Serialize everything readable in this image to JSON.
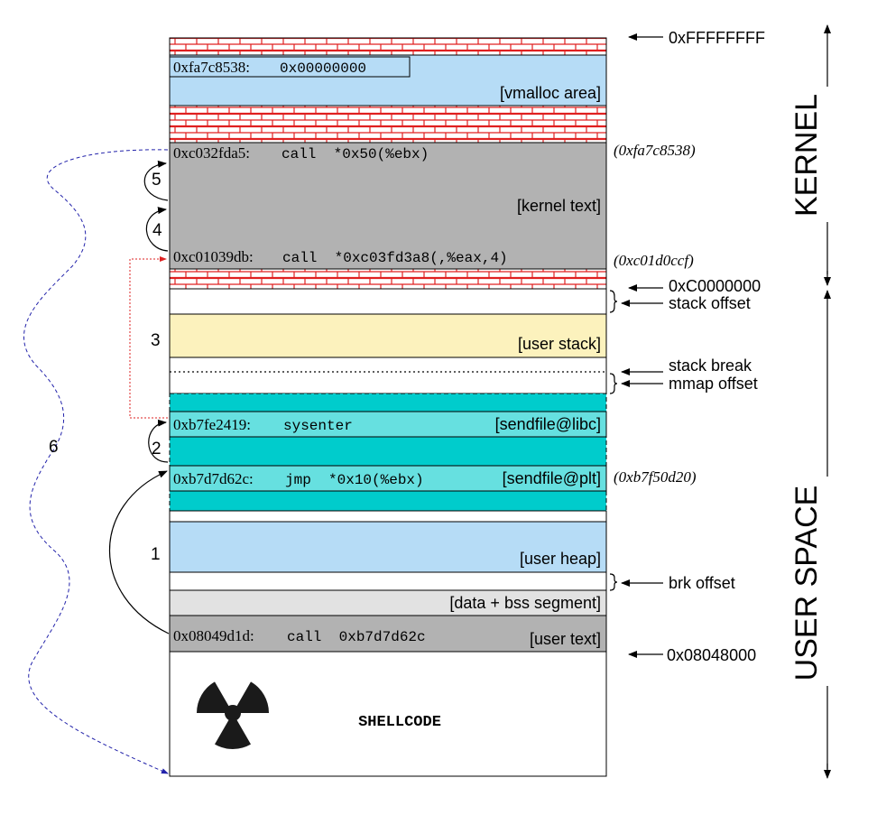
{
  "regions": {
    "vmalloc": {
      "label": "[vmalloc area]",
      "addr": "0xfa7c8538:",
      "value": "0x00000000"
    },
    "kernel_text": {
      "label": "[kernel text]",
      "call1_addr": "0xc032fda5:",
      "call1_code": "call  *0x50(%ebx)",
      "call2_addr": "0xc01039db:",
      "call2_code": "call  *0xc03fd3a8(,%eax,4)"
    },
    "user_stack": {
      "label": "[user stack]"
    },
    "sendfile_libc": {
      "label": "[sendfile@libc]",
      "addr": "0xb7fe2419:",
      "code": "sysenter"
    },
    "sendfile_plt": {
      "label": "[sendfile@plt]",
      "addr": "0xb7d7d62c:",
      "code": "jmp  *0x10(%ebx)"
    },
    "user_heap": {
      "label": "[user heap]"
    },
    "data_bss": {
      "label": "[data + bss segment]"
    },
    "user_text": {
      "label": "[user text]",
      "addr": "0x08049d1d:",
      "code": "call  0xb7d7d62c"
    },
    "shellcode": {
      "label": "SHELLCODE"
    }
  },
  "side_values": {
    "vmalloc_target": "(0xfa7c8538)",
    "kernel_target": "(0xc01d0ccf)",
    "plt_target": "(0xb7f50d20)"
  },
  "address_markers": {
    "top": "0xFFFFFFFF",
    "kernel_base": "0xC0000000",
    "stack_offset": "stack offset",
    "stack_break": "stack break",
    "mmap_offset": "mmap offset",
    "brk_offset": "brk offset",
    "text_base": "0x08048000"
  },
  "space_labels": {
    "kernel": "KERNEL",
    "user": "USER SPACE"
  },
  "steps": [
    "1",
    "2",
    "3",
    "4",
    "5",
    "6"
  ],
  "colors": {
    "light_blue": "#b6dcf6",
    "gray": "#b2b2b2",
    "yellow": "#fcf2bd",
    "cyan": "#00cccc",
    "light_cyan": "#66e0e0",
    "light_gray": "#e2e2e2",
    "brick_red": "#e02020",
    "dashed_blue": "#2222aa",
    "dotted_red": "#dd2222"
  },
  "icons": {
    "shellcode": "radiation-icon"
  }
}
